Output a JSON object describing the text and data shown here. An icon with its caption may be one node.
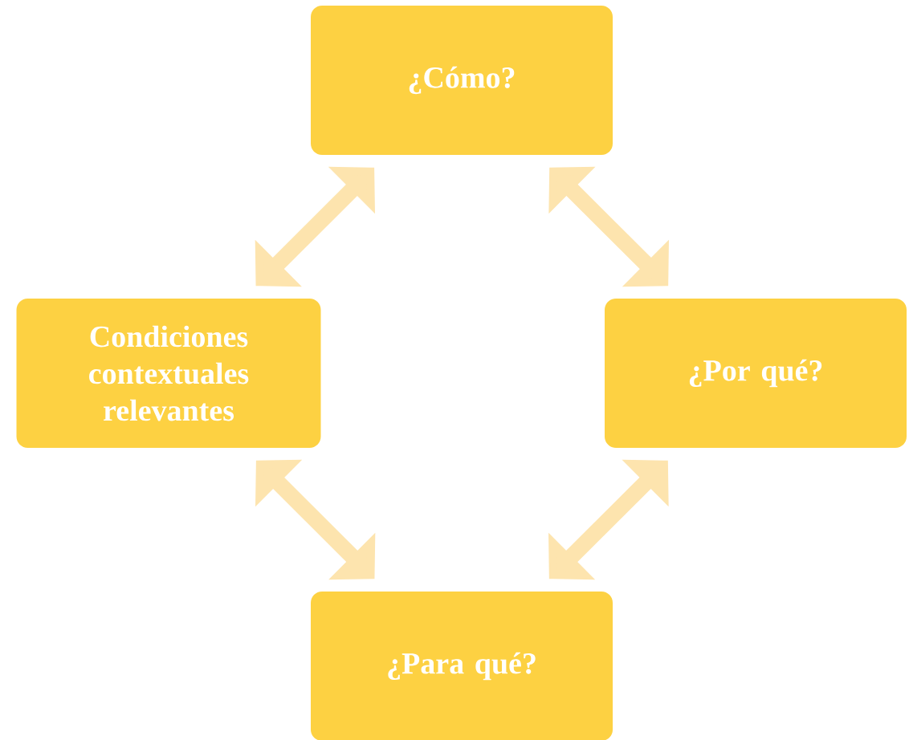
{
  "diagram": {
    "nodes": [
      {
        "text": [
          "¿Cómo?"
        ]
      },
      {
        "text": [
          "Condiciones contextuales relevantes"
        ]
      },
      {
        "text": [
          "¿Por qué?"
        ]
      },
      {
        "text": [
          "¿Para qué?"
        ]
      }
    ],
    "edges": [
      {
        "from": 0,
        "to": 1,
        "arrow": "both"
      },
      {
        "from": 0,
        "to": 2,
        "arrow": "both"
      },
      {
        "from": 1,
        "to": 3,
        "arrow": "both"
      },
      {
        "from": 2,
        "to": 3,
        "arrow": "both"
      }
    ]
  }
}
